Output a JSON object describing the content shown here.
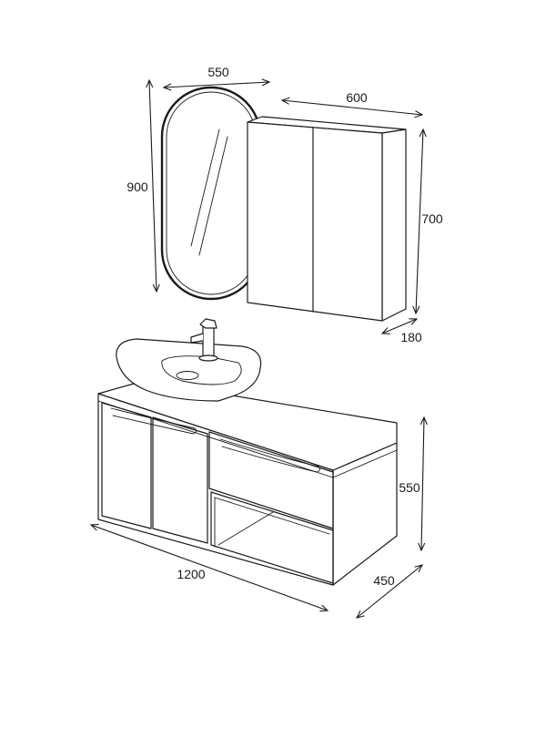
{
  "dimensions": {
    "mirror_width": "550",
    "mirror_height": "900",
    "cabinet_width": "600",
    "cabinet_height": "700",
    "cabinet_depth": "180",
    "vanity_height": "550",
    "vanity_width": "1200",
    "vanity_depth": "450"
  },
  "colors": {
    "line": "#1a1a1a",
    "background": "#ffffff"
  }
}
